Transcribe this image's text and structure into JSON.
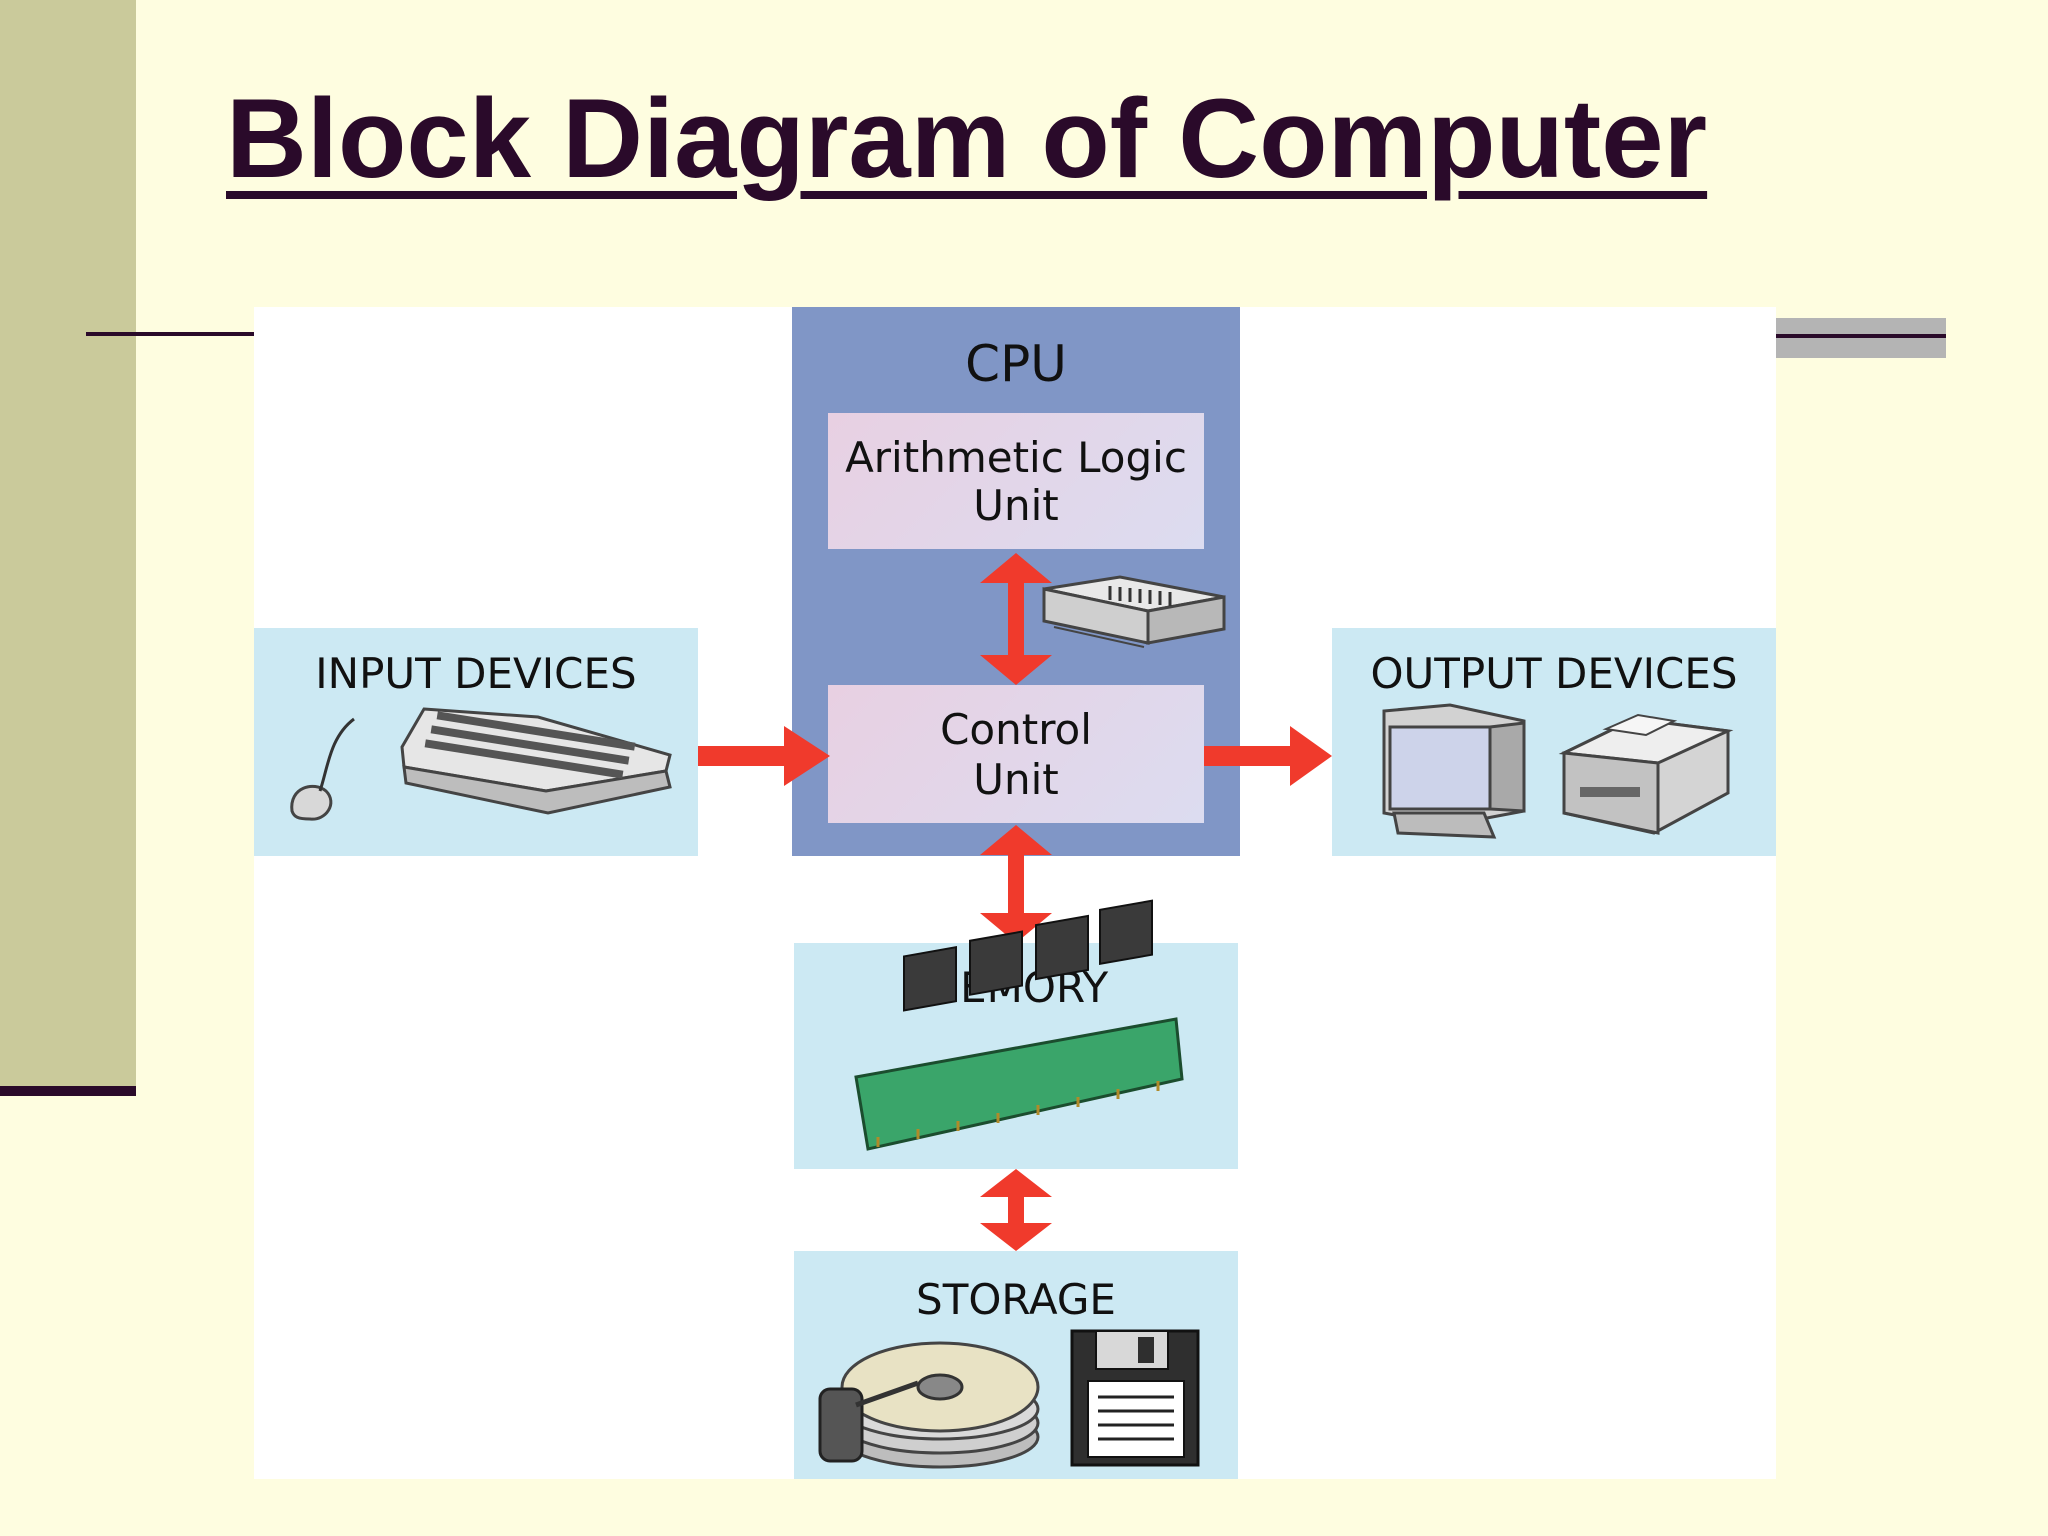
{
  "slide": {
    "title": "Block Diagram of Computer"
  },
  "diagram": {
    "cpu": {
      "label": "CPU",
      "alu": {
        "line1": "Arithmetic Logic",
        "line2": "Unit"
      },
      "control_unit": {
        "line1": "Control",
        "line2": "Unit"
      }
    },
    "input": {
      "label": "INPUT DEVICES"
    },
    "output": {
      "label": "OUTPUT DEVICES"
    },
    "memory": {
      "label": "MEMORY"
    },
    "storage": {
      "label": "STORAGE"
    }
  },
  "colors": {
    "background": "#fefde0",
    "title": "#2a0a2a",
    "cpu_box": "#8096c6",
    "device_box": "#cce9f3",
    "unit_box": "#e6d6e6",
    "arrow": "#f03a2c"
  },
  "icons": [
    "mouse-icon",
    "keyboard-icon",
    "modem-icon",
    "monitor-icon",
    "printer-icon",
    "memory-module-icon",
    "hard-disk-icon",
    "floppy-disk-icon"
  ]
}
